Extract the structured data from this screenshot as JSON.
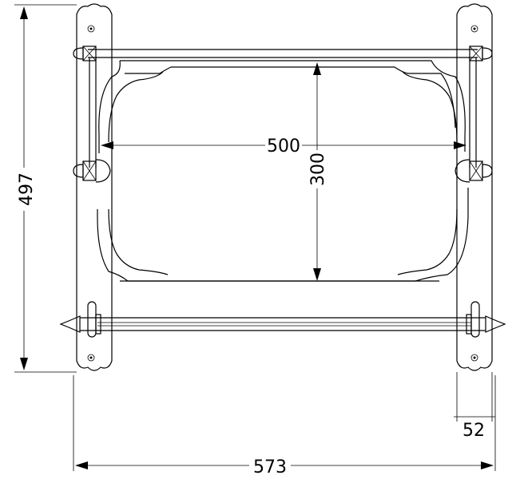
{
  "dimensions": {
    "height_overall": "497",
    "width_overall": "573",
    "width_inner": "500",
    "height_inner": "300",
    "plate_width": "52"
  },
  "colors": {
    "line": "#000000",
    "background": "#ffffff"
  }
}
